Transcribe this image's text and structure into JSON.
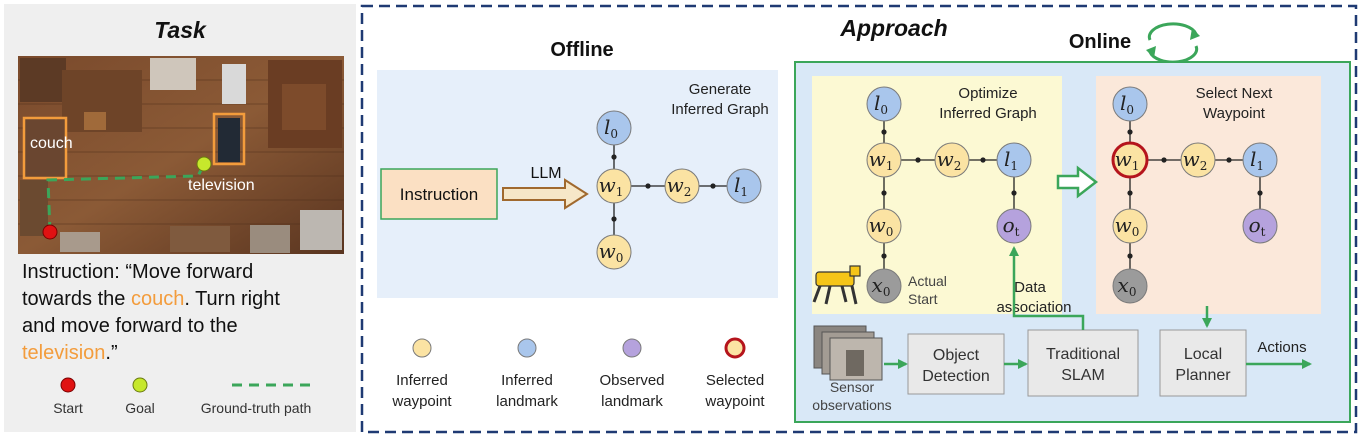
{
  "task": {
    "title": "Task",
    "couch_label": "couch",
    "tv_label": "television",
    "instruction_lines": [
      [
        {
          "t": "Instruction: “Move forward"
        }
      ],
      [
        {
          "t": "towards the "
        },
        {
          "t": "couch",
          "hl": true
        },
        {
          "t": ". Turn right"
        }
      ],
      [
        {
          "t": "and move forward to the"
        }
      ],
      [
        {
          "t": "television",
          "hl": true
        },
        {
          "t": ".”"
        }
      ]
    ],
    "legend": {
      "start": "Start",
      "goal": "Goal",
      "path": "Ground-truth path"
    }
  },
  "approach": {
    "title": "Approach",
    "offline": {
      "title": "Offline",
      "panel_title": [
        "Generate",
        "Inferred Graph"
      ],
      "instruction_box": "Instruction",
      "llm": "LLM"
    },
    "online": {
      "title": "Online",
      "optimize_title": [
        "Optimize",
        "Inferred Graph"
      ],
      "select_title": [
        "Select Next",
        "Waypoint"
      ],
      "actual_start": [
        "Actual",
        "Start"
      ],
      "data_association": [
        "Data",
        "association"
      ],
      "sensor": [
        "Sensor",
        "observations"
      ],
      "object_detection": [
        "Object",
        "Detection"
      ],
      "slam": [
        "Traditional",
        "SLAM"
      ],
      "local_planner": [
        "Local",
        "Planner"
      ],
      "actions": "Actions"
    },
    "legend": [
      {
        "kind": "waypoint",
        "lines": [
          "Inferred",
          "waypoint"
        ]
      },
      {
        "kind": "landmark",
        "lines": [
          "Inferred",
          "landmark"
        ]
      },
      {
        "kind": "observed",
        "lines": [
          "Observed",
          "landmark"
        ]
      },
      {
        "kind": "selected",
        "lines": [
          "Selected",
          "waypoint"
        ]
      }
    ]
  },
  "nodes": {
    "l0": "l",
    "w1": "w",
    "w2": "w",
    "l1": "l",
    "w0": "w",
    "x0": "x",
    "ot": "o"
  },
  "node_subs": {
    "l0": "0",
    "w1": "1",
    "w2": "2",
    "l1": "1",
    "w0": "0",
    "x0": "0",
    "ot": "t"
  },
  "colors": {
    "waypoint": "#fbe3a3",
    "landmark": "#a9c6ec",
    "observed": "#b5a2dd",
    "start": "#9b9b9b",
    "selected_ring": "#b5141c",
    "task_bg": "#efefef",
    "offline_bg": "#e6effa",
    "online_bg": "#d9e8f7",
    "optimize_bg": "#fcf9d3",
    "select_bg": "#fbe8da",
    "green": "#3ba65a",
    "orange": "#f39c3c",
    "navy": "#1f3a73"
  }
}
